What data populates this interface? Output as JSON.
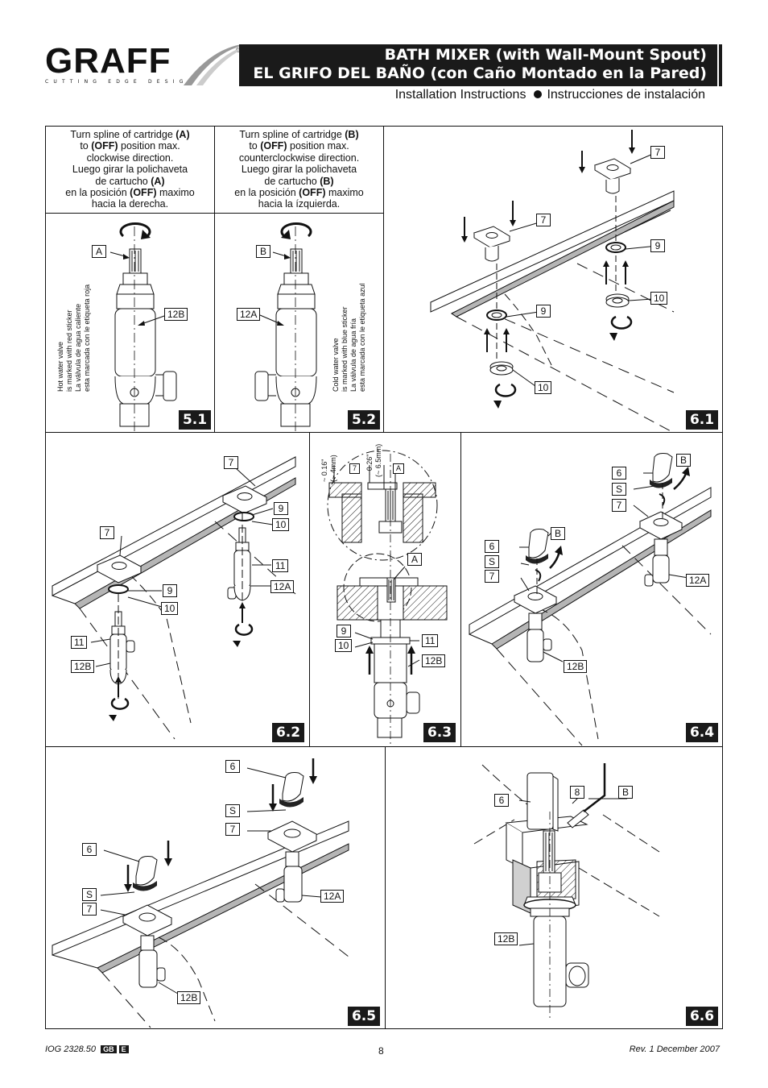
{
  "header": {
    "brand": "GRAFF",
    "registered": "®",
    "tagline": "CUTTING EDGE DESIGN",
    "title_line1": "BATH MIXER (with Wall-Mount Spout)",
    "title_line2": "EL GRIFO DEL BAÑO (con Caño Montado en la Pared)",
    "subtitle_en": "Installation Instructions",
    "subtitle_es": "Instrucciones de instalación"
  },
  "steps": {
    "s51": {
      "badge": "5.1",
      "text_lines": [
        "Turn spline of cartridge (A)",
        "to (OFF) position max.",
        "clockwise direction.",
        "Luego girar la polichaveta",
        "de cartucho (A)",
        "en la posición (OFF) maximo",
        "hacia la derecha."
      ],
      "label_cartridge": "A",
      "label_body": "12B",
      "vertical_lines": [
        "Hot water valve",
        "is marked with red sticker",
        "La válvula de agua caliente",
        "esta marcada con le etiqueta roja"
      ]
    },
    "s52": {
      "badge": "5.2",
      "text_lines": [
        "Turn spline of cartridge (B)",
        "to (OFF) position max.",
        "counterclockwise direction.",
        "Luego girar la polichaveta",
        "de cartucho (B)",
        "en la posición (OFF) maximo",
        "hacia la ízquierda."
      ],
      "label_cartridge": "B",
      "label_body": "12A",
      "vertical_lines": [
        "Cold water valve",
        "is marked with blue sticker",
        "La válvula de agua fría",
        "esta marcada con le etiqueta azul"
      ]
    },
    "s61": {
      "badge": "6.1",
      "labels": [
        "7",
        "7",
        "9",
        "9",
        "10",
        "10"
      ]
    },
    "s62": {
      "badge": "6.2",
      "labels": [
        "7",
        "9",
        "10",
        "11",
        "12A",
        "7",
        "9",
        "10",
        "11",
        "12B"
      ]
    },
    "s63": {
      "badge": "6.3",
      "labels": [
        "7",
        "A",
        "A",
        "9",
        "10",
        "11",
        "12B"
      ],
      "dim1": "~ 0.16\"",
      "dim1b": "(~ 4mm)",
      "dim2": "~ 0.26\"",
      "dim2b": "(~ 6.5mm)"
    },
    "s64": {
      "badge": "6.4",
      "labels": [
        "6",
        "S",
        "7",
        "B",
        "12A",
        "6",
        "S",
        "7",
        "B",
        "12B"
      ]
    },
    "s65": {
      "badge": "6.5",
      "labels": [
        "6",
        "S",
        "7",
        "12A",
        "6",
        "S",
        "7",
        "12B"
      ]
    },
    "s66": {
      "badge": "6.6",
      "labels": [
        "6",
        "8",
        "B",
        "12B"
      ]
    }
  },
  "footer": {
    "doc": "IOG 2328.50",
    "lang1": "GB",
    "lang2": "E",
    "page": "8",
    "rev": "Rev. 1 December 2007"
  },
  "colors": {
    "dark": "#1a1a1a",
    "rim_gray": "#b5b5b5"
  }
}
